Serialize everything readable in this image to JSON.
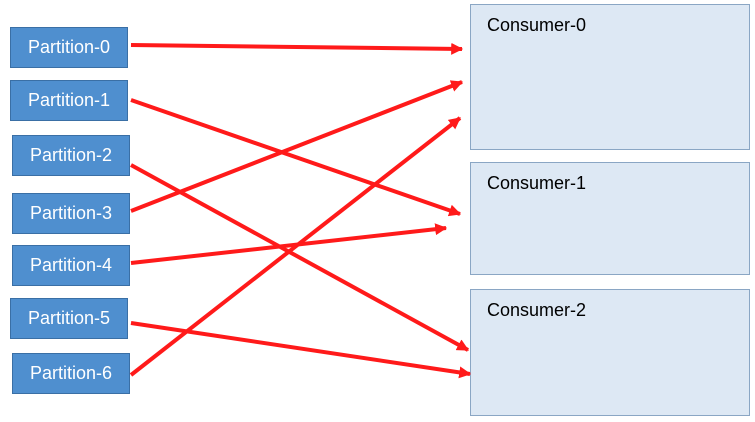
{
  "partitions": [
    {
      "label": "Partition-0"
    },
    {
      "label": "Partition-1"
    },
    {
      "label": "Partition-2"
    },
    {
      "label": "Partition-3"
    },
    {
      "label": "Partition-4"
    },
    {
      "label": "Partition-5"
    },
    {
      "label": "Partition-6"
    }
  ],
  "consumers": [
    {
      "label": "Consumer-0"
    },
    {
      "label": "Consumer-1"
    },
    {
      "label": "Consumer-2"
    }
  ],
  "assignments": [
    {
      "partition": "Partition-0",
      "consumer": "Consumer-0"
    },
    {
      "partition": "Partition-3",
      "consumer": "Consumer-0"
    },
    {
      "partition": "Partition-6",
      "consumer": "Consumer-0"
    },
    {
      "partition": "Partition-1",
      "consumer": "Consumer-1"
    },
    {
      "partition": "Partition-4",
      "consumer": "Consumer-1"
    },
    {
      "partition": "Partition-2",
      "consumer": "Consumer-2"
    },
    {
      "partition": "Partition-5",
      "consumer": "Consumer-2"
    }
  ],
  "colors": {
    "arrow": "#ff1a1a",
    "partition_fill": "#4f8fcf",
    "consumer_fill": "#dde8f4"
  }
}
